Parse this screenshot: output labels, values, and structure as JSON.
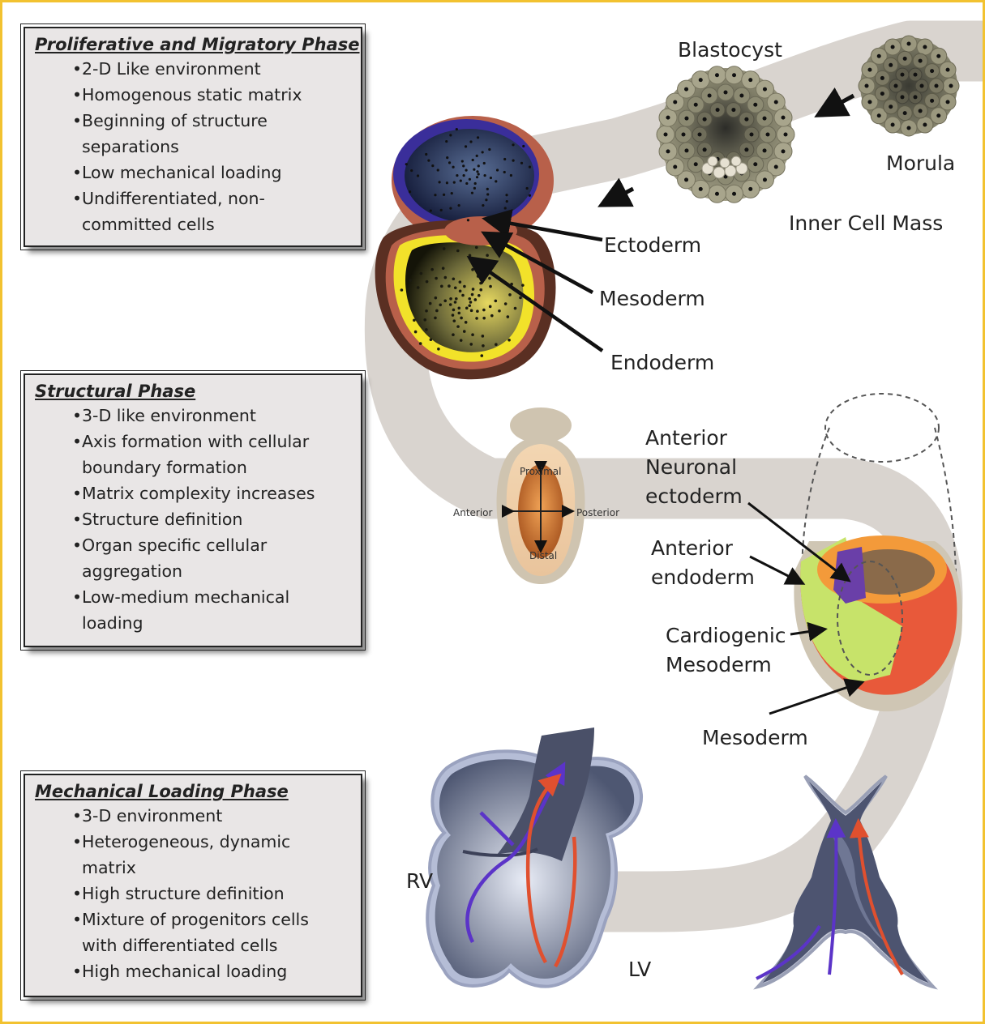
{
  "phases": [
    {
      "title": "Proliferative and Migratory Phase",
      "items": [
        "2-D Like environment",
        "Homogenous static matrix",
        "Beginning of structure separations",
        "Low mechanical loading",
        "Undifferentiated, non-committed  cells"
      ]
    },
    {
      "title": "Structural Phase",
      "items": [
        "3-D like environment",
        "Axis formation with cellular boundary formation",
        "Matrix complexity increases",
        "Structure definition",
        "Organ specific cellular aggregation",
        "Low-medium mechanical loading"
      ]
    },
    {
      "title": "Mechanical Loading Phase",
      "items": [
        "3-D environment",
        "Heterogeneous, dynamic matrix",
        "High structure definition",
        "Mixture of progenitors cells with differentiated cells",
        "High mechanical loading"
      ]
    }
  ],
  "labels": {
    "blastocyst": "Blastocyst",
    "morula": "Morula",
    "inner_cell_mass": "Inner Cell Mass",
    "ectoderm": "Ectoderm",
    "mesoderm_top": "Mesoderm",
    "endoderm": "Endoderm",
    "anterior_neuronal_ectoderm": "Anterior\nNeuronal\nectoderm",
    "anterior_endoderm": "Anterior\nendoderm",
    "cardiogenic_mesoderm": "Cardiogenic\nMesoderm",
    "mesoderm_bottom": "Mesoderm",
    "rv": "RV",
    "lv": "LV"
  },
  "axis_labels": {
    "proximal": "Proximal",
    "distal": "Distal",
    "anterior": "Anterior",
    "posterior": "Posterior"
  },
  "colors": {
    "frame": "#f2c230",
    "ribbon": "#d9d4cf",
    "ectoderm_blue": "#3a2e9a",
    "endoderm_yellow": "#f2e22a",
    "outer_tissue": "#b8604a",
    "cardio_green": "#c7e36a",
    "meso_orange": "#e8593a",
    "neuro_purple": "#6a3fa8",
    "heart_blue": "#8e97b3",
    "flow_purple": "#5b34c8",
    "flow_red": "#e0502f"
  }
}
